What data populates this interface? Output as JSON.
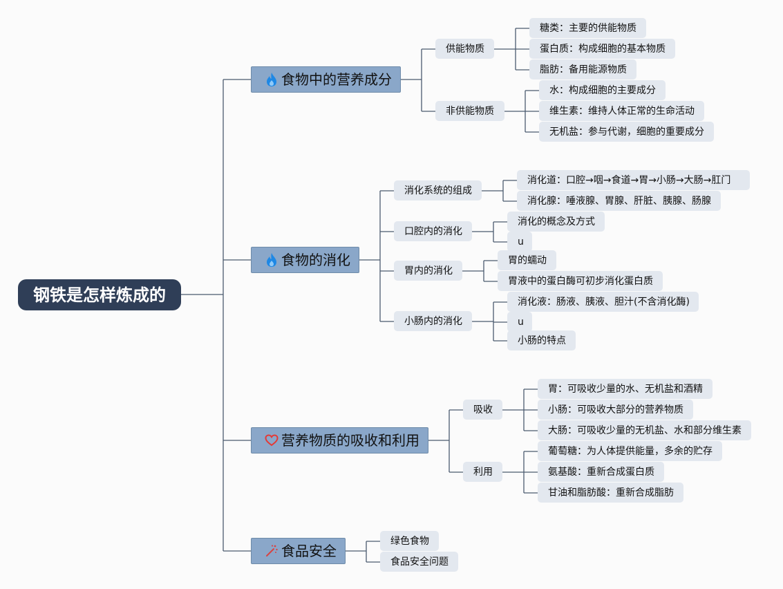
{
  "root": {
    "label": "钢铁是怎样炼成的"
  },
  "topics": [
    {
      "label": "食物中的营养成分",
      "icon": "flame-icon",
      "children": [
        {
          "label": "供能物质",
          "children": [
            "糖类：主要的供能物质",
            "蛋白质：构成细胞的基本物质",
            "脂肪：备用能源物质"
          ]
        },
        {
          "label": "非供能物质",
          "children": [
            "水：构成细胞的主要成分",
            "维生素：维持人体正常的生命活动",
            "无机盐：参与代谢，细胞的重要成分"
          ]
        }
      ]
    },
    {
      "label": "食物的消化",
      "icon": "flame-icon",
      "children": [
        {
          "label": "消化系统的组成",
          "children": [
            "消化道：口腔→咽→食道→胃→小肠→大肠→肛门",
            "消化腺：唾液腺、胃腺、肝脏、胰腺、肠腺"
          ]
        },
        {
          "label": "口腔内的消化",
          "children": [
            "消化的概念及方式",
            "u"
          ]
        },
        {
          "label": "胃内的消化",
          "children": [
            "胃的蠕动",
            "胃液中的蛋白酶可初步消化蛋白质"
          ]
        },
        {
          "label": "小肠内的消化",
          "children": [
            "消化液：肠液、胰液、胆汁(不含消化酶)",
            "u",
            "小肠的特点"
          ]
        }
      ]
    },
    {
      "label": "营养物质的吸收和利用",
      "icon": "heart-icon",
      "children": [
        {
          "label": "吸收",
          "children": [
            "胃：可吸收少量的水、无机盐和酒精",
            "小肠：可吸收大部分的营养物质",
            "大肠：可吸收少量的无机盐、水和部分维生素"
          ]
        },
        {
          "label": "利用",
          "children": [
            "葡萄糖：为人体提供能量，多余的贮存",
            "氨基酸：重新合成蛋白质",
            "甘油和脂肪酸：重新合成脂肪"
          ]
        }
      ]
    },
    {
      "label": "食品安全",
      "icon": "sparkle-icon",
      "children": [
        {
          "label": "绿色食物"
        },
        {
          "label": "食品安全问题"
        }
      ]
    }
  ],
  "colors": {
    "root_fill": "#2f3e57",
    "topic_fill": "#8aa7c9",
    "node_fill": "#e3e8ef",
    "line": "#4a5a6e",
    "flame_icon": "#1e88e5",
    "heart_icon": "#e53935",
    "sparkle_icon": "#d84343"
  }
}
